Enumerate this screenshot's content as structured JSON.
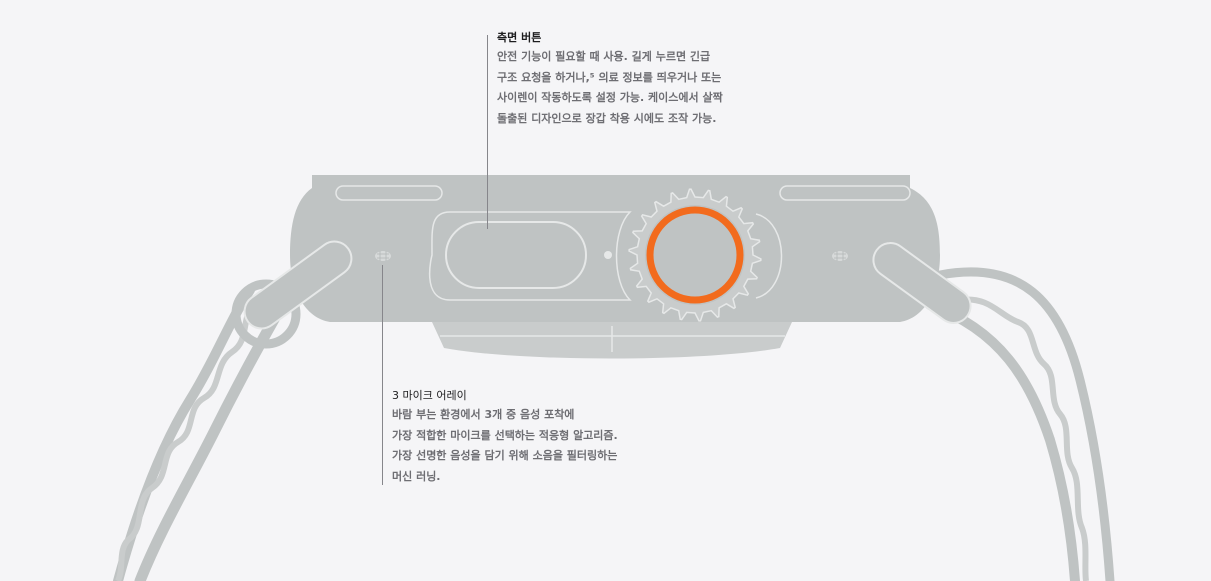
{
  "colors": {
    "background": "#f5f5f7",
    "case": "#bfc3c3",
    "case_light": "#c9cccc",
    "outline": "#e6e8e8",
    "crown_accent": "#f26b1d",
    "title_text": "#1d1d1f",
    "body_text": "#6e6e73",
    "leader_line": "#86868b"
  },
  "callouts": {
    "side_button": {
      "title": "측면 버튼",
      "lines": [
        "안전 기능이 필요할 때 사용. 길게 누르면 긴급",
        "구조 요청을 하거나,⁵ 의료 정보를 띄우거나 또는",
        "사이렌이 작동하도록 설정 가능. 케이스에서 살짝",
        "돌출된 디자인으로 장갑 착용 시에도 조작 가능."
      ]
    },
    "mic_array": {
      "title": "3 마이크 어레이",
      "lines": [
        "바람 부는 환경에서 3개 중 음성 포착에",
        "가장 적합한 마이크를 선택하는 적응형 알고리즘.",
        "가장 선명한 음성을 담기 위해 소음을 필터링하는",
        "머신 러닝."
      ]
    }
  },
  "illustration": {
    "crown_icon": "digital-crown-icon",
    "side_button_icon": "side-button-icon",
    "mic_icon": "microphone-grille-icon",
    "band_icon": "loop-band-icon"
  }
}
